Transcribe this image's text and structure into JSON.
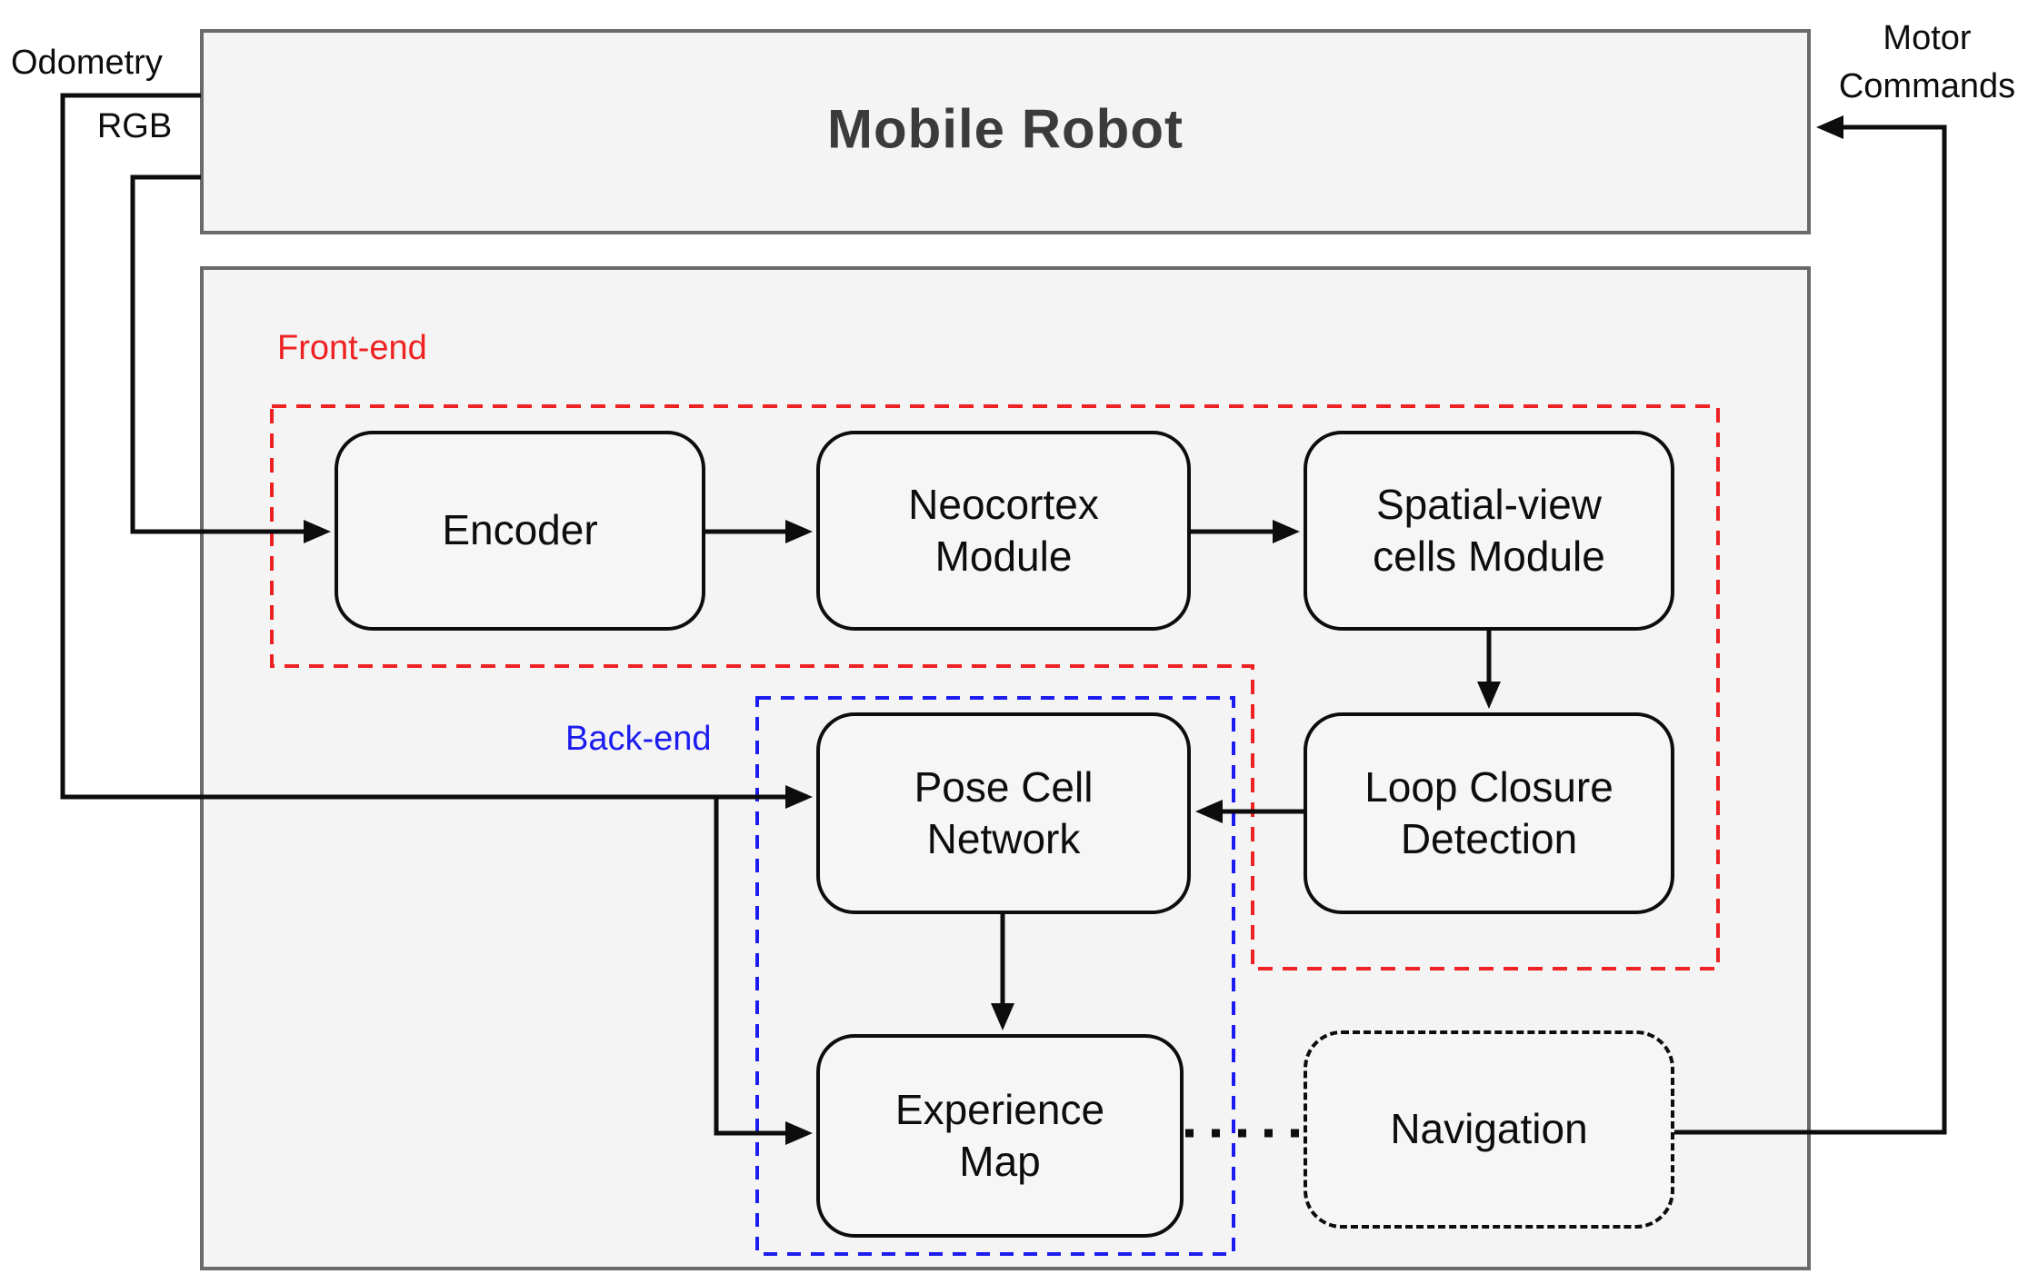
{
  "colors": {
    "front_end_accent": "#ee2222",
    "back_end_accent": "#1c1cf0",
    "navigation_outline": "#0d0d0d",
    "connector": "#0d0d0d",
    "container_border": "#6a6a6a",
    "container_fill": "#f4f4f4",
    "node_fill": "#f6f6f6",
    "title_text": "#3b3b3b",
    "label_text": "#0d0d0d"
  },
  "containers": {
    "mobile_robot": {
      "title": "Mobile Robot"
    }
  },
  "regions": {
    "front_end": {
      "label": "Front-end"
    },
    "back_end": {
      "label": "Back-end"
    }
  },
  "nodes": {
    "encoder": {
      "label": "Encoder"
    },
    "neocortex": {
      "label": "Neocortex\nModule"
    },
    "spatial_view": {
      "label": "Spatial-view\ncells Module"
    },
    "loop_closure": {
      "label": "Loop Closure\nDetection"
    },
    "pose_cell": {
      "label": "Pose Cell\nNetwork"
    },
    "experience_map": {
      "label": "Experience\nMap"
    },
    "navigation": {
      "label": "Navigation"
    }
  },
  "io_labels": {
    "odometry": "Odometry",
    "rgb": "RGB",
    "motor_commands": "Motor\nCommands"
  }
}
